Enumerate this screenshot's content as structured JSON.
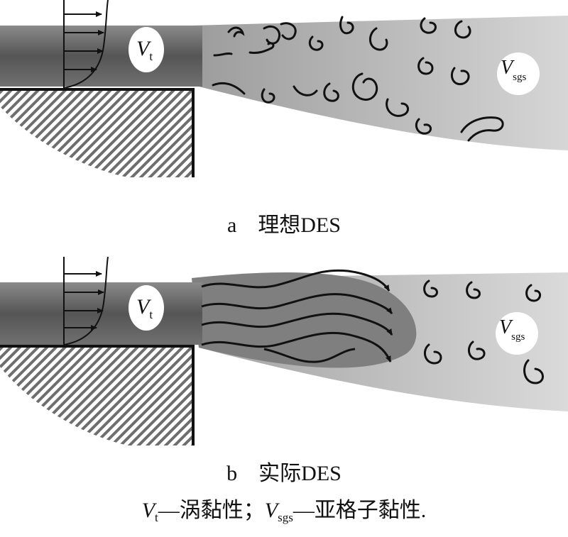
{
  "panel_a": {
    "caption_letter": "a",
    "caption_title": "理想DES"
  },
  "panel_b": {
    "caption_letter": "b",
    "caption_title": "实际DES"
  },
  "symbols": {
    "vt_main": "V",
    "vt_sub": "t",
    "vsgs_main": "V",
    "vsgs_sub": "sgs"
  },
  "legend": {
    "vt_main": "V",
    "vt_sub": "t",
    "vt_desc": "—涡黏性；",
    "vsgs_main": "V",
    "vsgs_sub": "sgs",
    "vsgs_desc": "—亚格子黏性."
  },
  "colors": {
    "boundary_layer_dark": "#5a5a5a",
    "boundary_layer_light": "#9a9a9a",
    "wake_gray": "#b8b8b8",
    "rans_region": "#7f7f7f",
    "hatch": "#6e6e6e",
    "line": "#111111"
  }
}
